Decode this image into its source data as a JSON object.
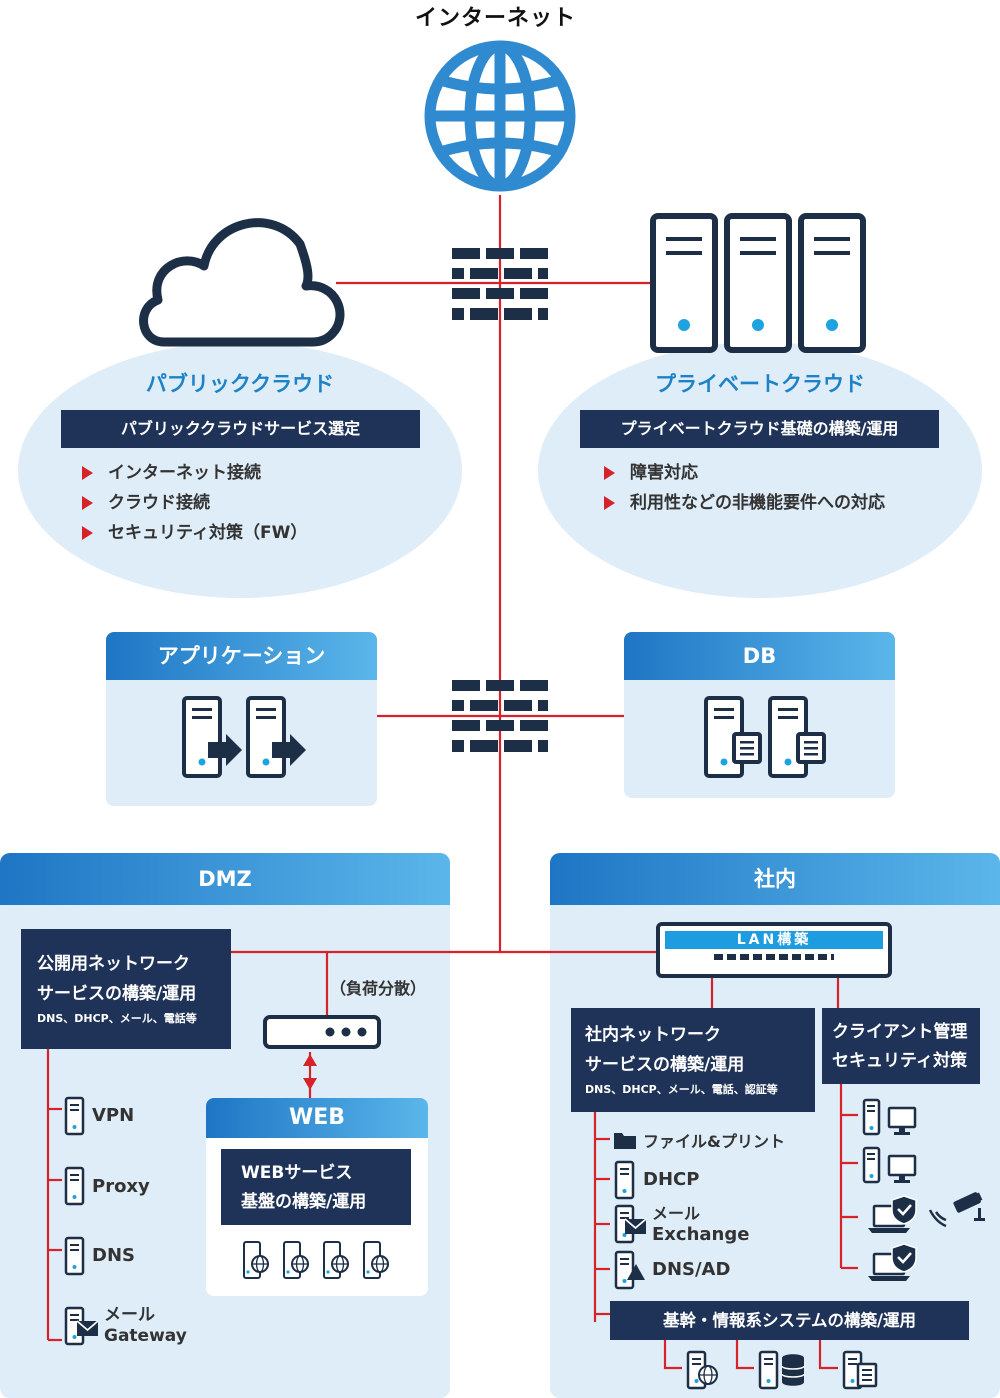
{
  "internet": {
    "label": "インターネット"
  },
  "public_cloud": {
    "label": "パブリッククラウド",
    "service": "パブリッククラウドサービス選定",
    "items": [
      "インターネット接続",
      "クラウド接続",
      "セキュリティ対策（FW）"
    ]
  },
  "private_cloud": {
    "label": "プライベートクラウド",
    "service": "プライベートクラウド基礎の構築/運用",
    "items": [
      "障害対応",
      "利用性などの非機能要件への対応"
    ]
  },
  "application": {
    "label": "アプリケーション"
  },
  "db": {
    "label": "DB"
  },
  "dmz": {
    "label": "DMZ",
    "service_line1": "公開用ネットワーク",
    "service_line2": "サービスの構築/運用",
    "service_sub": "DNS、DHCP、メール、電話等",
    "load_balance": "（負荷分散）",
    "web": {
      "label": "WEB",
      "service_line1": "WEBサービス",
      "service_line2": "基盤の構築/運用"
    },
    "items": [
      "VPN",
      "Proxy",
      "DNS"
    ],
    "mail_line1": "メール",
    "mail_line2": "Gateway"
  },
  "internal": {
    "label": "社内",
    "lan": "LAN構築",
    "service_line1": "社内ネットワーク",
    "service_line2": "サービスの構築/運用",
    "service_sub": "DNS、DHCP、メール、電話、認証等",
    "client_line1": "クライアント管理",
    "client_line2": "セキュリティ対策",
    "items": {
      "file": "ファイル&プリント",
      "dhcp": "DHCP",
      "mail1": "メール",
      "mail2": "Exchange",
      "dns": "DNS/AD"
    },
    "core": "基幹・情報系システムの構築/運用"
  },
  "colors": {
    "wire": "#d8222a",
    "navy": "#1f3358",
    "accent": "#1e82c8",
    "pale": "#dfedf8"
  }
}
